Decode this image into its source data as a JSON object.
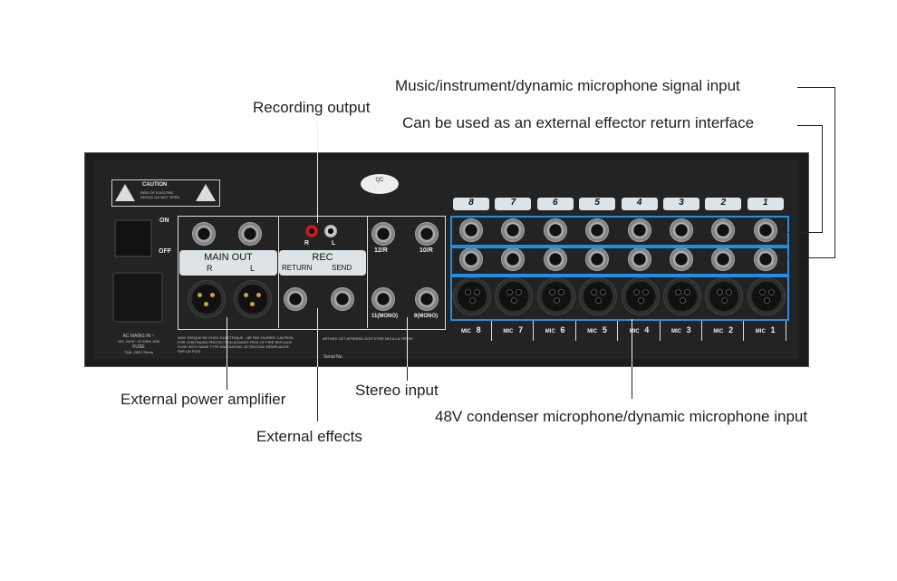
{
  "annotations": {
    "music_input": "Music/instrument/dynamic microphone signal input",
    "effector_return": "Can be used as an external effector return interface",
    "recording_output": "Recording output",
    "external_power_amplifier": "External power amplifier",
    "external_effects": "External effects",
    "stereo_input": "Stereo input",
    "mic_input": "48V condenser microphone/dynamic microphone input"
  },
  "panel": {
    "caution_title": "CAUTION",
    "caution_text": "RISK OF ELECTRIC SHOCK DO NOT OPEN",
    "switch_on": "ON",
    "switch_off": "OFF",
    "ac_mains": "AC MAINS IN ~",
    "ac_spec": "100 -240V~ 47-63Hz 10W",
    "fuse": "FUSE",
    "fuse_spec": "T1AL 250V 20mm",
    "warning_text": "AVIS: RISQUE DE CHOC ELECTRIQUE - NE PAS OUVRIR. CAUTION: FOR CONTINUED PROTECTION AGAINST RISK OF FIRE REPLACE FUSE WITH SAME TYPE AND RATING. ATTENTION: REMPLACER PAR UN FUSI",
    "earth_text": "ARTHED CET APPAREIL DOIT ETRE MIS A LA TERRE",
    "serial": "Serial No.",
    "qc": "QC",
    "main_out": "MAIN OUT",
    "main_r": "R",
    "main_l": "L",
    "rec": "REC",
    "rec_r": "R",
    "rec_l": "L",
    "return": "RETURN",
    "send": "SEND",
    "stereo": [
      "12/R",
      "10/R",
      "11(MONO)",
      "9(MONO)"
    ],
    "mic_label": "MIC",
    "channels": [
      "8",
      "7",
      "6",
      "5",
      "4",
      "3",
      "2",
      "1"
    ]
  }
}
